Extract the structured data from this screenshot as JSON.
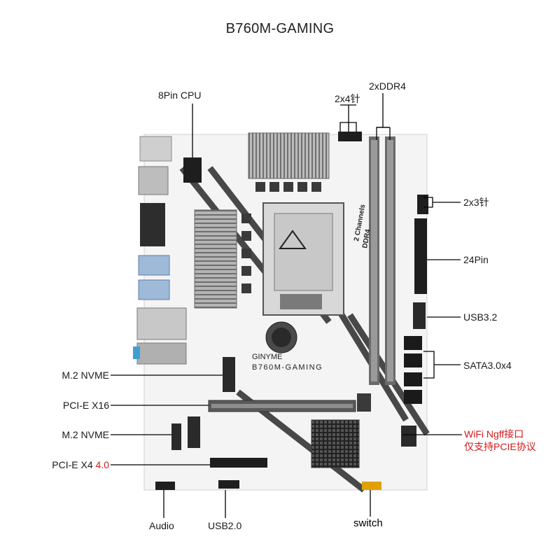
{
  "title": "B760M-GAMING",
  "board": {
    "silkscreen_top": "GINYME",
    "silkscreen_model": "B760M-GAMING",
    "ram_text_line1": "2 Channels",
    "ram_text_line2": "DDR4"
  },
  "labels": {
    "cpu8pin": "8Pin CPU",
    "pin2x4": "2x4针",
    "ddr4": "2xDDR4",
    "pin2x3": "2x3针",
    "pin24": "24Pin",
    "usb32": "USB3.2",
    "sata": "SATA3.0x4",
    "m2_top": "M.2 NVME",
    "pcie16": "PCI-E X16",
    "m2_bottom": "M.2 NVME",
    "pcie4_main": "PCI-E X4 ",
    "pcie4_ver": "4.0",
    "wifi_line1": "WiFi Ngff接口",
    "wifi_line2": "仅支持PCIE协议",
    "audio": "Audio",
    "usb20": "USB2.0",
    "switch": "switch"
  },
  "colors": {
    "board": "#f2f2f2",
    "heatsink": "#9a9a9a",
    "slot": "#5a5a5a",
    "accent_red": "#d11a1a",
    "line": "#000000"
  }
}
